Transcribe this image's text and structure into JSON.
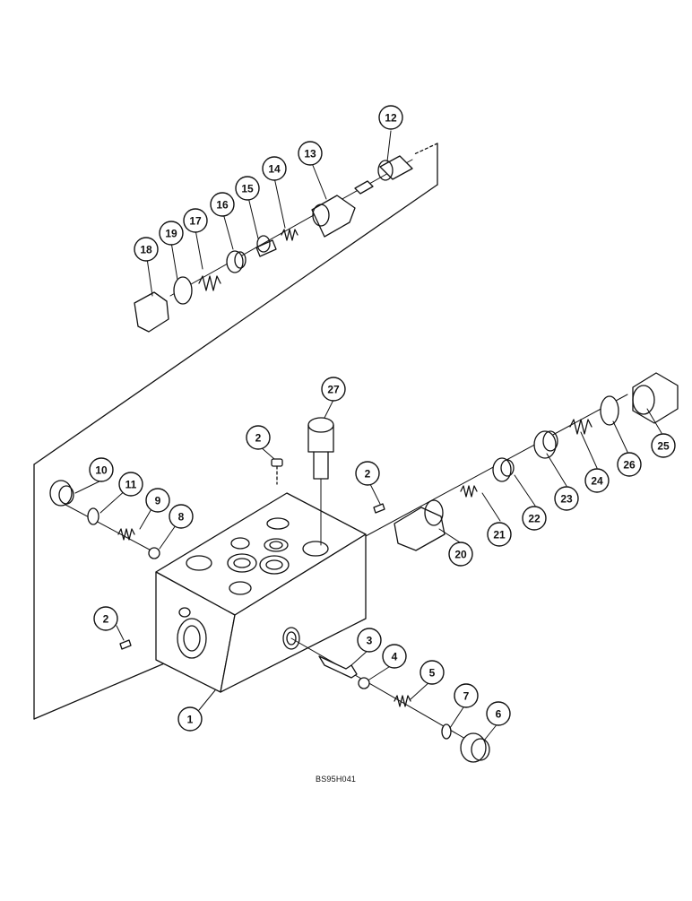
{
  "diagram": {
    "drawing_code": "BS95H041",
    "callouts": [
      {
        "id": "1",
        "label": "1"
      },
      {
        "id": "2a",
        "label": "2"
      },
      {
        "id": "2b",
        "label": "2"
      },
      {
        "id": "2c",
        "label": "2"
      },
      {
        "id": "3",
        "label": "3"
      },
      {
        "id": "4",
        "label": "4"
      },
      {
        "id": "5",
        "label": "5"
      },
      {
        "id": "6",
        "label": "6"
      },
      {
        "id": "7",
        "label": "7"
      },
      {
        "id": "8",
        "label": "8"
      },
      {
        "id": "9",
        "label": "9"
      },
      {
        "id": "10",
        "label": "10"
      },
      {
        "id": "11",
        "label": "11"
      },
      {
        "id": "12",
        "label": "12"
      },
      {
        "id": "13",
        "label": "13"
      },
      {
        "id": "14",
        "label": "14"
      },
      {
        "id": "15",
        "label": "15"
      },
      {
        "id": "16",
        "label": "16"
      },
      {
        "id": "17",
        "label": "17"
      },
      {
        "id": "18",
        "label": "18"
      },
      {
        "id": "19",
        "label": "19"
      },
      {
        "id": "20",
        "label": "20"
      },
      {
        "id": "21",
        "label": "21"
      },
      {
        "id": "22",
        "label": "22"
      },
      {
        "id": "23",
        "label": "23"
      },
      {
        "id": "24",
        "label": "24"
      },
      {
        "id": "25",
        "label": "25"
      },
      {
        "id": "26",
        "label": "26"
      },
      {
        "id": "27",
        "label": "27"
      }
    ]
  }
}
